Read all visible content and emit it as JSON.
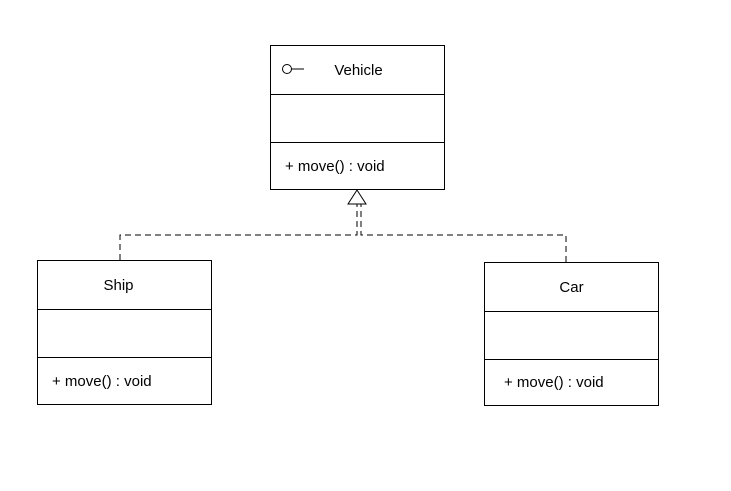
{
  "diagram": {
    "classes": {
      "vehicle": {
        "name": "Vehicle",
        "operation": "+ move() : void",
        "stereotype_icon": "interface-lollipop-icon"
      },
      "ship": {
        "name": "Ship",
        "operation": "+ move() : void"
      },
      "car": {
        "name": "Car",
        "operation": "+ move() : void"
      }
    },
    "relationships": [
      {
        "type": "realization",
        "from": "Ship",
        "to": "Vehicle",
        "line_style": "dashed",
        "arrowhead": "hollow-triangle"
      },
      {
        "type": "realization",
        "from": "Car",
        "to": "Vehicle",
        "line_style": "dashed",
        "arrowhead": "hollow-triangle"
      }
    ],
    "colors": {
      "line": "#000000",
      "background": "#ffffff"
    }
  }
}
